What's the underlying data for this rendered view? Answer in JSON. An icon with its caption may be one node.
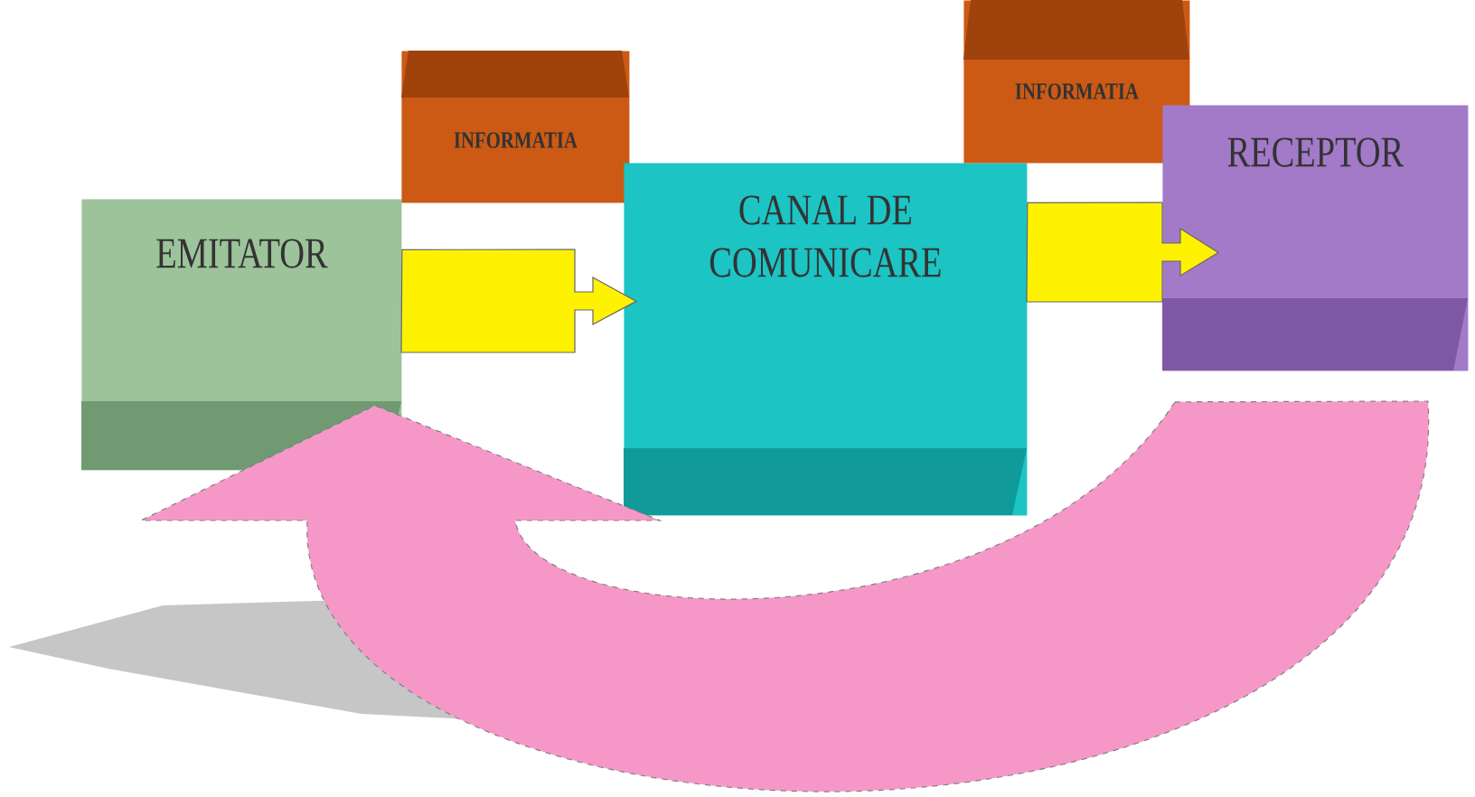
{
  "diagram": {
    "nodes": [
      {
        "text": [
          "EMITATOR"
        ]
      },
      {
        "text": [
          "INFORMATIA"
        ]
      },
      {
        "text": [
          "CANAL DE COMUNICARE"
        ]
      },
      {
        "text": [
          "INFORMATIA"
        ]
      },
      {
        "text": [
          "RECEPTOR"
        ]
      }
    ],
    "edges": [
      {
        "from": 0,
        "to": 2,
        "arrow": "to"
      },
      {
        "from": 2,
        "to": 4,
        "arrow": "to"
      },
      {
        "from": 4,
        "to": 0,
        "arrow": "to",
        "color": "#f598c8"
      }
    ]
  }
}
